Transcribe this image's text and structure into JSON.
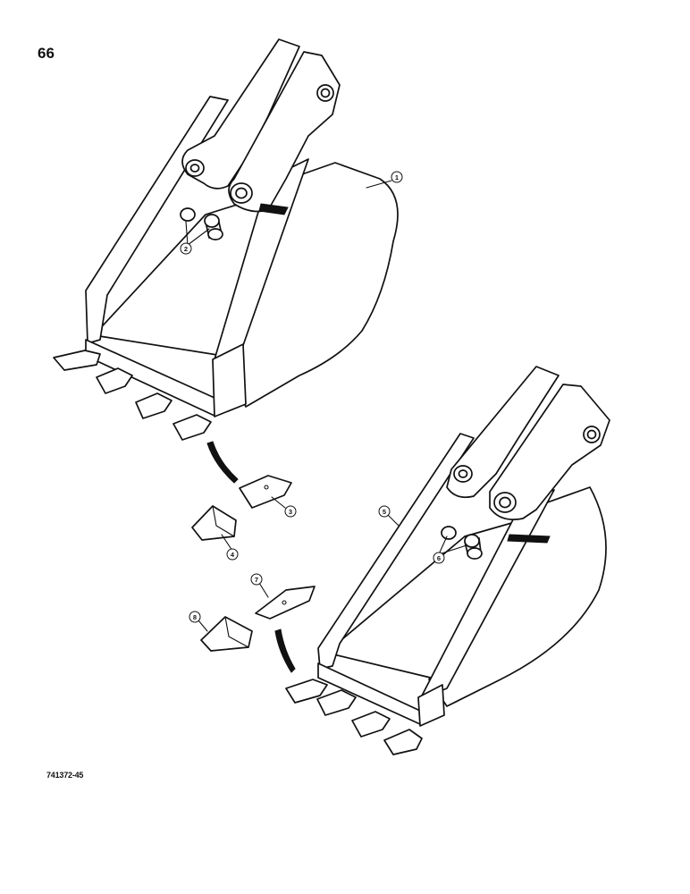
{
  "page": {
    "number": "66",
    "figure_code": "741372-45"
  },
  "callouts": [
    {
      "id": "c1",
      "label": "1"
    },
    {
      "id": "c2",
      "label": "2"
    },
    {
      "id": "c3",
      "label": "3"
    },
    {
      "id": "c4",
      "label": "4"
    },
    {
      "id": "c5",
      "label": "5"
    },
    {
      "id": "c6",
      "label": "6"
    },
    {
      "id": "c7",
      "label": "7"
    },
    {
      "id": "c8",
      "label": "8"
    }
  ]
}
